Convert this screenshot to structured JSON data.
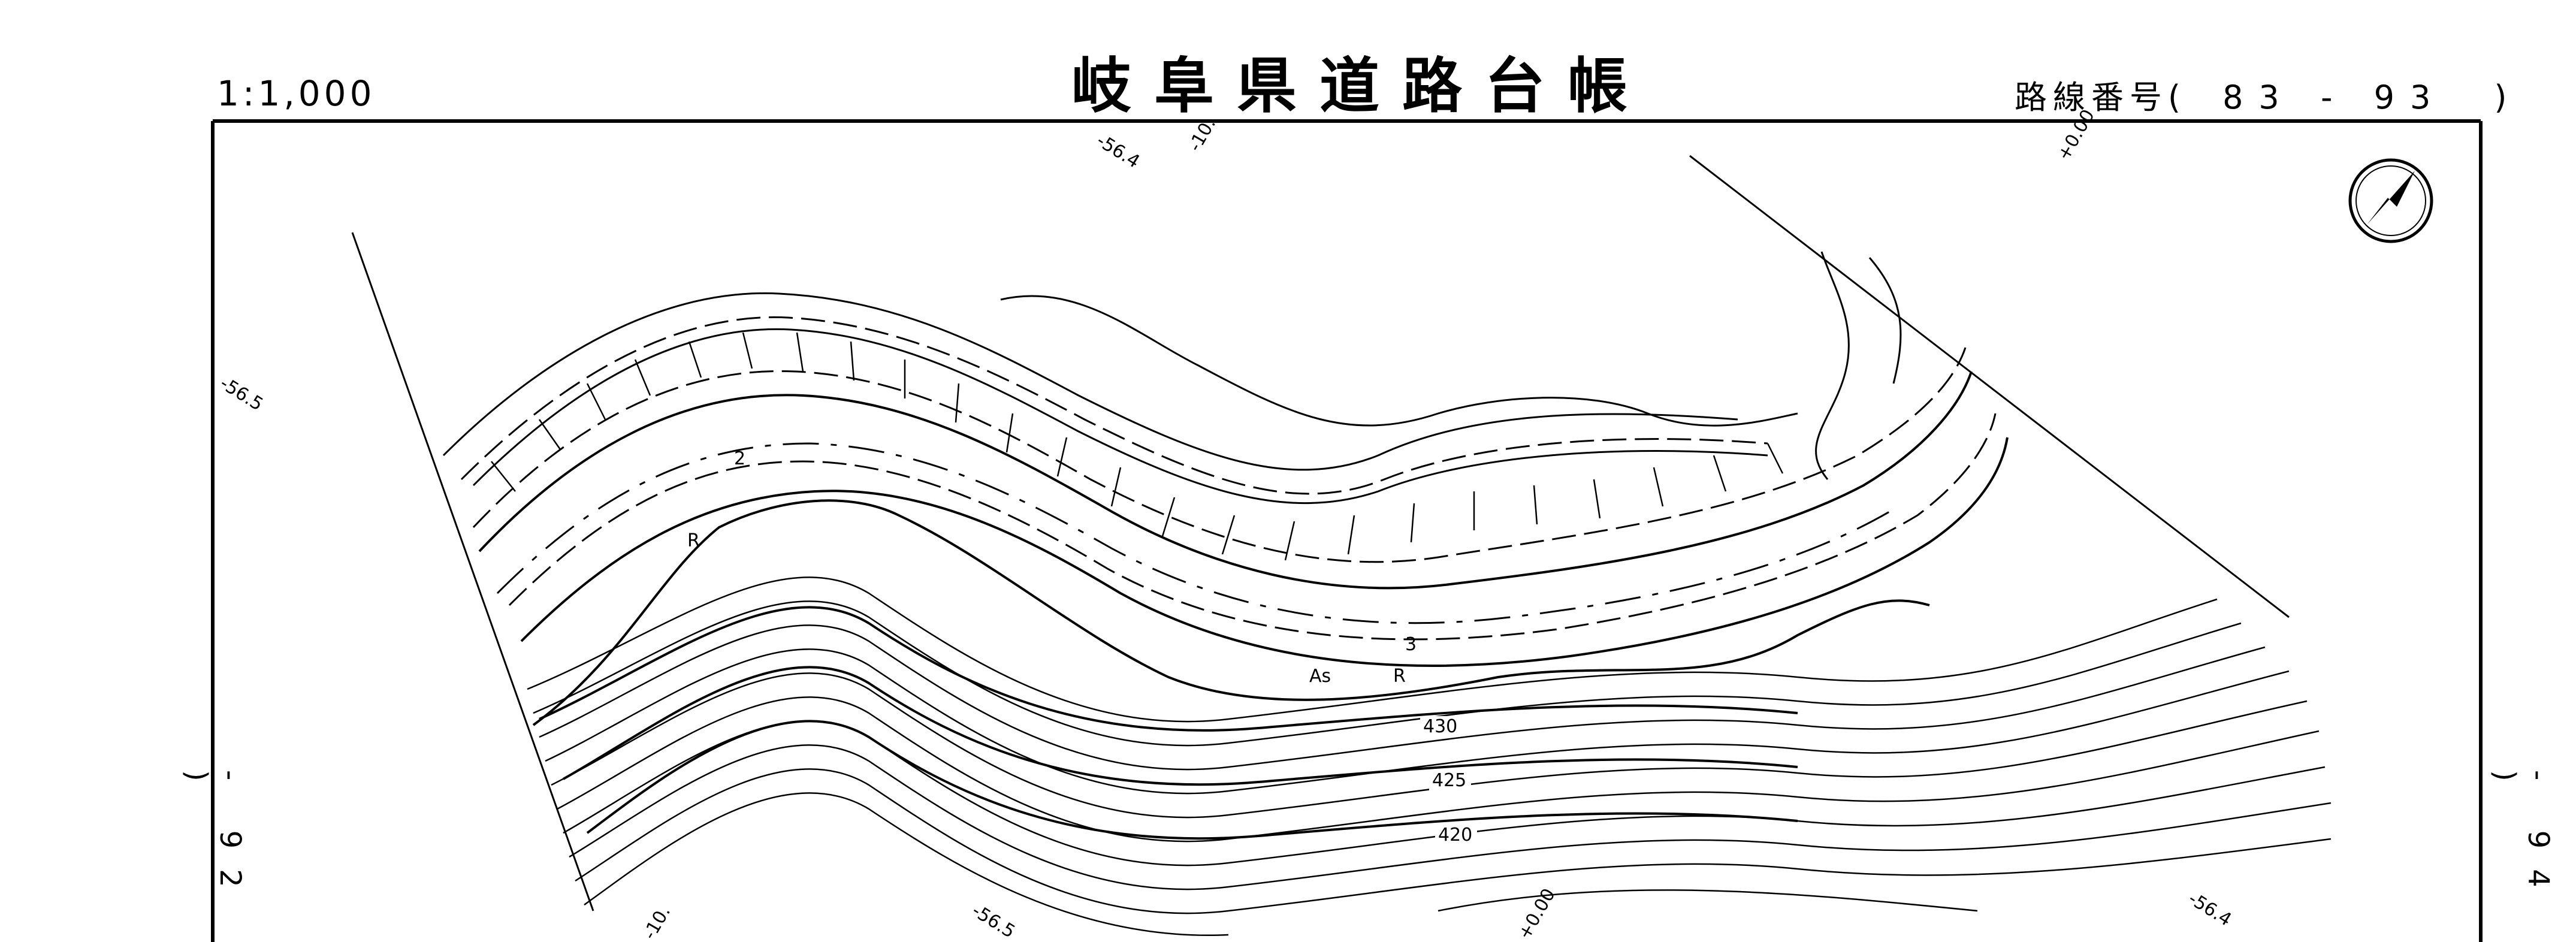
{
  "header": {
    "title": "岐阜県道路台帳",
    "scale": "1:1,000",
    "route_label": "路線番号(",
    "route_number": "83 - 93",
    "route_close": ")"
  },
  "side_labels": {
    "left": "- 92 )",
    "right": "- 94 )"
  },
  "coord_labels": {
    "top_1": "-56.4",
    "top_2": "-10.",
    "top_3": "+0.00",
    "left_1": "-56.5",
    "bottom_1": "-10.",
    "bottom_2": "-56.5",
    "bottom_3": "+0.00",
    "bottom_4": "-56.4"
  },
  "contour_labels": [
    "430",
    "425",
    "420"
  ],
  "road_labels": {
    "lane_2": "2",
    "lane_3": "3",
    "surface": "As",
    "r_1": "R",
    "r_2": "R"
  },
  "compass": "north-arrow-icon"
}
